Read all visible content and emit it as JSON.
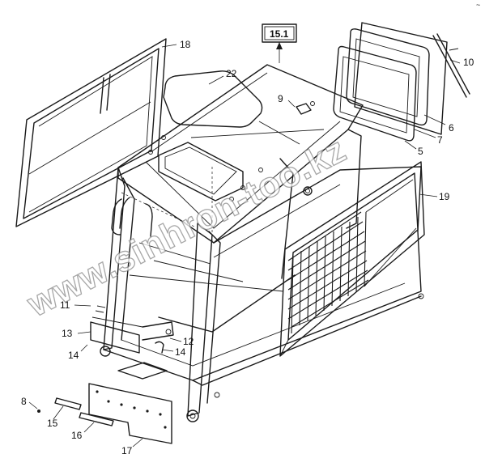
{
  "diagram": {
    "reference_box": "15.1",
    "corner_mark": "~",
    "watermark": "www.sinhron-too.kz",
    "callouts": {
      "c5": "5",
      "c6": "6",
      "c7": "7",
      "c8": "8",
      "c9": "9",
      "c10": "10",
      "c11": "11",
      "c12": "12",
      "c13": "13",
      "c14a": "14",
      "c14b": "14",
      "c15": "15",
      "c16": "16",
      "c17": "17",
      "c18": "18",
      "c19": "19",
      "c22": "22"
    }
  }
}
